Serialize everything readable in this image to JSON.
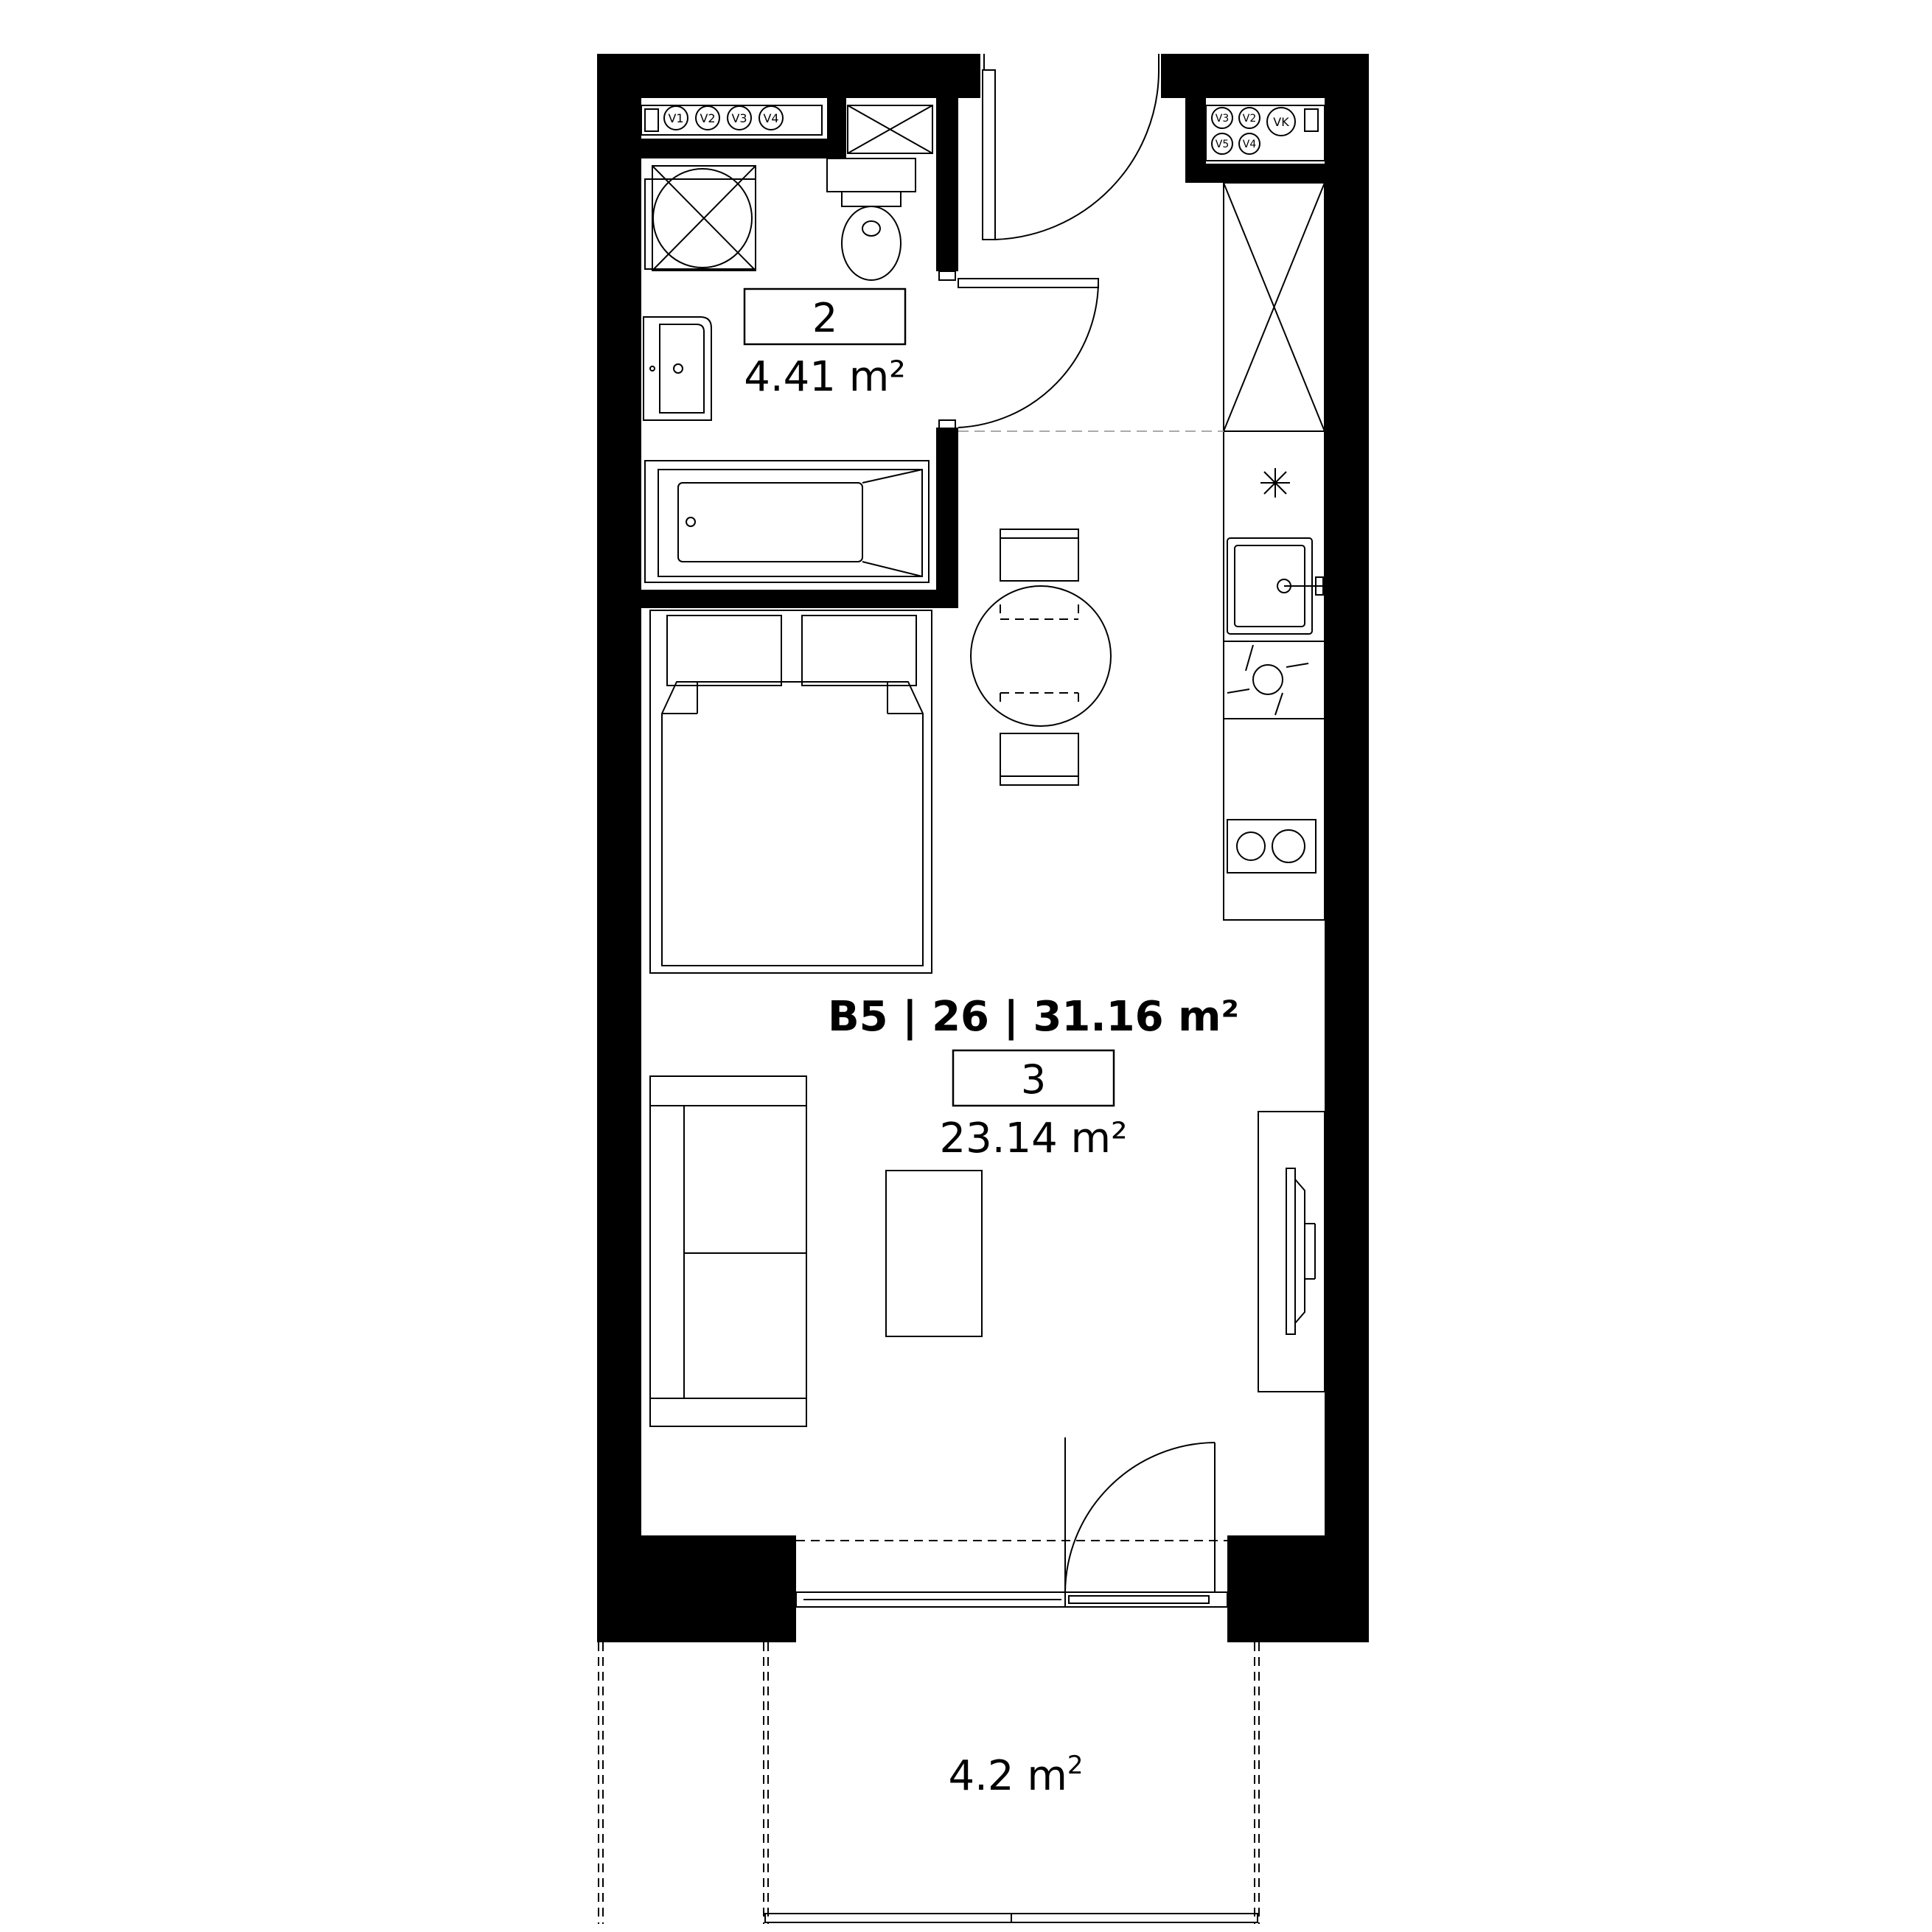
{
  "plan": {
    "unit_label": "B5 | 26 | 31.16 m²",
    "rooms": [
      {
        "number": "2",
        "area": "4.41 m²"
      },
      {
        "number": "3",
        "area": "23.14 m²"
      }
    ],
    "balcony": {
      "area": "4.2 m",
      "area_sup": "2"
    },
    "vent_left": [
      "V1",
      "V2",
      "V3",
      "V4"
    ],
    "vent_right_top": [
      "V3",
      "V2",
      "VK"
    ],
    "vent_right_bottom": [
      "V5",
      "V4"
    ]
  }
}
